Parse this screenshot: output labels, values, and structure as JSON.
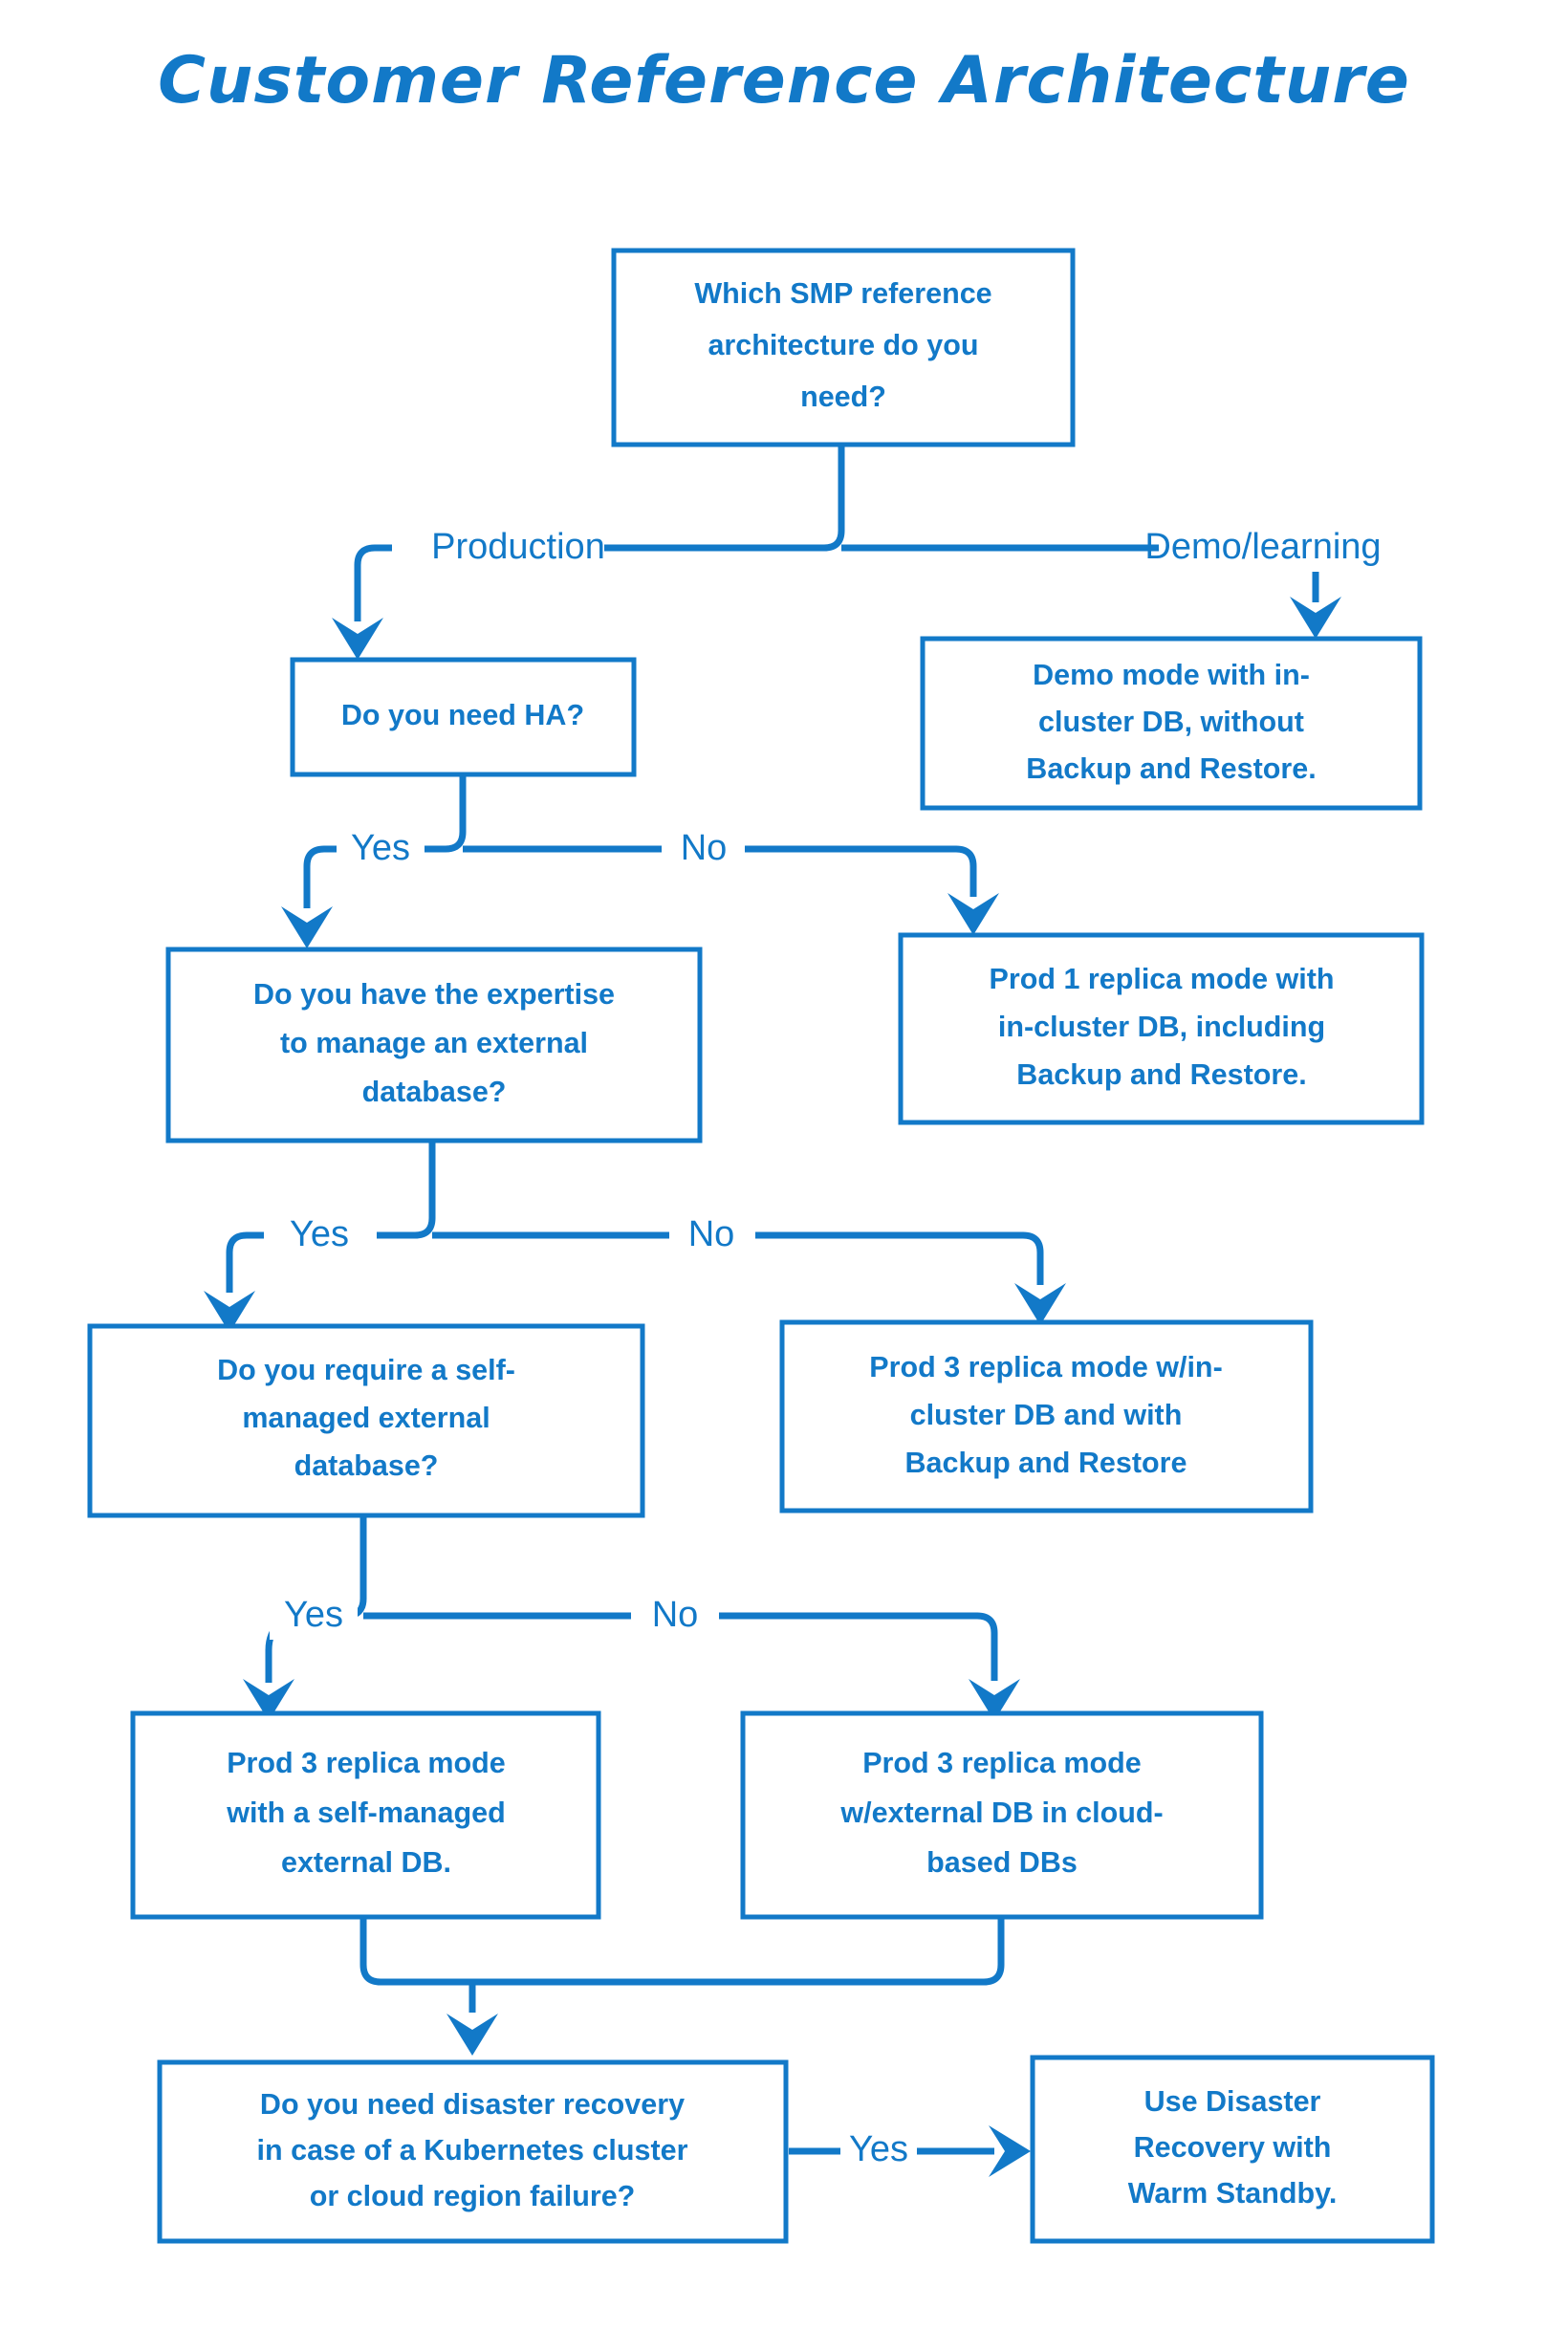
{
  "page": {
    "title": "Customer Reference Architecture",
    "background_color": "#ffffff",
    "accent_color": "#1279c8"
  },
  "nodes": {
    "root_question": {
      "id": "root-question",
      "lines": [
        "Which SMP reference",
        "architecture do you",
        "need?"
      ],
      "type": "decision"
    },
    "demo_mode": {
      "id": "demo-mode-outcome",
      "lines": [
        "Demo mode with in-",
        "cluster DB, without",
        "Backup and Restore."
      ],
      "type": "outcome"
    },
    "need_ha": {
      "id": "need-ha-question",
      "lines": [
        "Do you need HA?"
      ],
      "type": "decision"
    },
    "prod1_replica": {
      "id": "prod-1-replica-outcome",
      "lines": [
        "Prod 1 replica mode with",
        "in-cluster DB, including",
        "Backup and Restore."
      ],
      "type": "outcome"
    },
    "expertise": {
      "id": "expertise-question",
      "lines": [
        "Do you have the expertise",
        "to manage an external",
        "database?"
      ],
      "type": "decision"
    },
    "prod3_incluster": {
      "id": "prod-3-in-cluster-outcome",
      "lines": [
        "Prod 3 replica mode w/in-",
        "cluster DB and with",
        "Backup and Restore"
      ],
      "type": "outcome"
    },
    "self_managed": {
      "id": "self-managed-question",
      "lines": [
        "Do you require a self-",
        "managed external",
        "database?"
      ],
      "type": "decision"
    },
    "prod3_selfmanaged": {
      "id": "prod-3-self-managed-outcome",
      "lines": [
        "Prod 3 replica mode",
        "with a self-managed",
        "external DB."
      ],
      "type": "outcome"
    },
    "prod3_cloud": {
      "id": "prod-3-cloud-outcome",
      "lines": [
        "Prod 3 replica mode",
        "w/external DB in cloud-",
        "based DBs"
      ],
      "type": "outcome"
    },
    "disaster_recovery": {
      "id": "disaster-recovery-question",
      "lines": [
        "Do you need disaster recovery",
        "in case of a Kubernetes cluster",
        "or cloud region failure?"
      ],
      "type": "decision"
    },
    "warm_standby": {
      "id": "warm-standby-outcome",
      "lines": [
        "Use Disaster",
        "Recovery with",
        "Warm Standby."
      ],
      "type": "outcome"
    }
  },
  "edge_labels": {
    "production": "Production",
    "demo_learning": "Demo/learning",
    "ha_yes": "Yes",
    "ha_no": "No",
    "expertise_yes": "Yes",
    "expertise_no": "No",
    "selfmanaged_yes": "Yes",
    "selfmanaged_no": "No",
    "dr_yes": "Yes"
  },
  "chart_data": {
    "type": "diagram",
    "diagram_kind": "flowchart",
    "title": "Customer Reference Architecture",
    "nodes": [
      {
        "key": "root_question",
        "text": "Which SMP reference architecture do you need?",
        "shape": "rect",
        "role": "decision"
      },
      {
        "key": "need_ha",
        "text": "Do you need HA?",
        "shape": "rect",
        "role": "decision"
      },
      {
        "key": "demo_mode",
        "text": "Demo mode with in-cluster DB, without Backup and Restore.",
        "shape": "rect",
        "role": "outcome"
      },
      {
        "key": "prod1_replica",
        "text": "Prod 1 replica mode with in-cluster DB, including Backup and Restore.",
        "shape": "rect",
        "role": "outcome"
      },
      {
        "key": "expertise",
        "text": "Do you have the expertise to manage an external database?",
        "shape": "rect",
        "role": "decision"
      },
      {
        "key": "prod3_incluster",
        "text": "Prod 3 replica mode w/in-cluster DB and with Backup and Restore",
        "shape": "rect",
        "role": "outcome"
      },
      {
        "key": "self_managed",
        "text": "Do you require a self-managed external database?",
        "shape": "rect",
        "role": "decision"
      },
      {
        "key": "prod3_selfmanaged",
        "text": "Prod 3 replica mode with a self-managed external DB.",
        "shape": "rect",
        "role": "outcome"
      },
      {
        "key": "prod3_cloud",
        "text": "Prod 3 replica mode w/external DB in cloud-based DBs",
        "shape": "rect",
        "role": "outcome"
      },
      {
        "key": "disaster_recovery",
        "text": "Do you need disaster recovery in case of a Kubernetes cluster or cloud region failure?",
        "shape": "rect",
        "role": "decision"
      },
      {
        "key": "warm_standby",
        "text": "Use Disaster Recovery with Warm Standby.",
        "shape": "rect",
        "role": "outcome"
      }
    ],
    "edges": [
      {
        "from": "root_question",
        "to": "need_ha",
        "label": "Production"
      },
      {
        "from": "root_question",
        "to": "demo_mode",
        "label": "Demo/learning"
      },
      {
        "from": "need_ha",
        "to": "expertise",
        "label": "Yes"
      },
      {
        "from": "need_ha",
        "to": "prod1_replica",
        "label": "No"
      },
      {
        "from": "expertise",
        "to": "self_managed",
        "label": "Yes"
      },
      {
        "from": "expertise",
        "to": "prod3_incluster",
        "label": "No"
      },
      {
        "from": "self_managed",
        "to": "prod3_selfmanaged",
        "label": "Yes"
      },
      {
        "from": "self_managed",
        "to": "prod3_cloud",
        "label": "No"
      },
      {
        "from": "prod3_selfmanaged",
        "to": "disaster_recovery",
        "label": ""
      },
      {
        "from": "prod3_cloud",
        "to": "disaster_recovery",
        "label": ""
      },
      {
        "from": "disaster_recovery",
        "to": "warm_standby",
        "label": "Yes"
      }
    ]
  }
}
